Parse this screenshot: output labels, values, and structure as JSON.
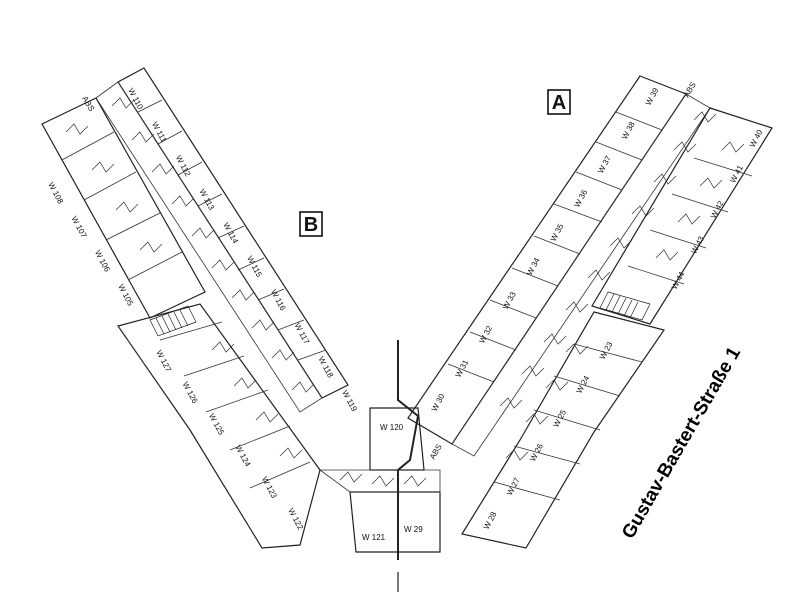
{
  "wing_a": {
    "label": "A"
  },
  "wing_b": {
    "label": "B"
  },
  "street_label": "Gustav-Bastert-Straße 1",
  "abs_labels": {
    "a": "ABS",
    "b": "ABS",
    "center": "ABS"
  },
  "rooms_b_outer": [
    "W 110",
    "W 111",
    "W 112",
    "W 113",
    "W 114",
    "W 115",
    "W 116",
    "W 117",
    "W 118",
    "W 119"
  ],
  "rooms_b_inner": [
    "W 108",
    "W 107",
    "W 106",
    "W 105"
  ],
  "rooms_b_lower": [
    "W 127",
    "W 126",
    "W 125",
    "W 124",
    "W 123",
    "W 122"
  ],
  "rooms_center": [
    "W 120",
    "W 121",
    "W 29"
  ],
  "rooms_a_outer": [
    "W 39",
    "W 38",
    "W 37",
    "W 36",
    "W 35",
    "W 34",
    "W 33",
    "W 32",
    "W 31",
    "W 30"
  ],
  "rooms_a_inner": [
    "W 40",
    "W 41",
    "W 42",
    "W 43",
    "W 44"
  ],
  "rooms_a_lower": [
    "W 23",
    "W 24",
    "W 25",
    "W 26",
    "W 27",
    "W 28"
  ]
}
